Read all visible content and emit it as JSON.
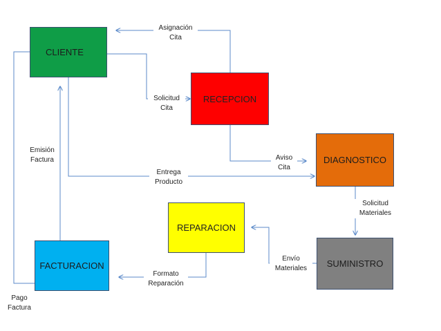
{
  "nodes": {
    "cliente": "CLIENTE",
    "recepcion": "RECEPCION",
    "diagnostico": "DIAGNOSTICO",
    "reparacion": "REPARACION",
    "suministro": "SUMINISTRO",
    "facturacion": "FACTURACION"
  },
  "edges": {
    "asignacion_cita": [
      "Asignación",
      "Cita"
    ],
    "solicitud_cita": [
      "Solicitud",
      "Cita"
    ],
    "aviso_cita": [
      "Aviso",
      "Cita"
    ],
    "entrega_producto": [
      "Entrega",
      "Producto"
    ],
    "solicitud_materiales": [
      "Solicitud",
      "Materiales"
    ],
    "envio_materiales": [
      "Envío",
      "Materiales"
    ],
    "formato_reparacion": [
      "Formato",
      "Reparación"
    ],
    "emision_factura": [
      "Emisión",
      "Factura"
    ],
    "pago_factura": [
      "Pago",
      "Factura"
    ]
  },
  "colors": {
    "connector": "#5b8ac9",
    "cliente": "#0f9d47",
    "recepcion": "#fe0000",
    "diagnostico": "#e46c0a",
    "reparacion": "#ffff00",
    "suministro": "#808080",
    "facturacion": "#00b0f0"
  }
}
